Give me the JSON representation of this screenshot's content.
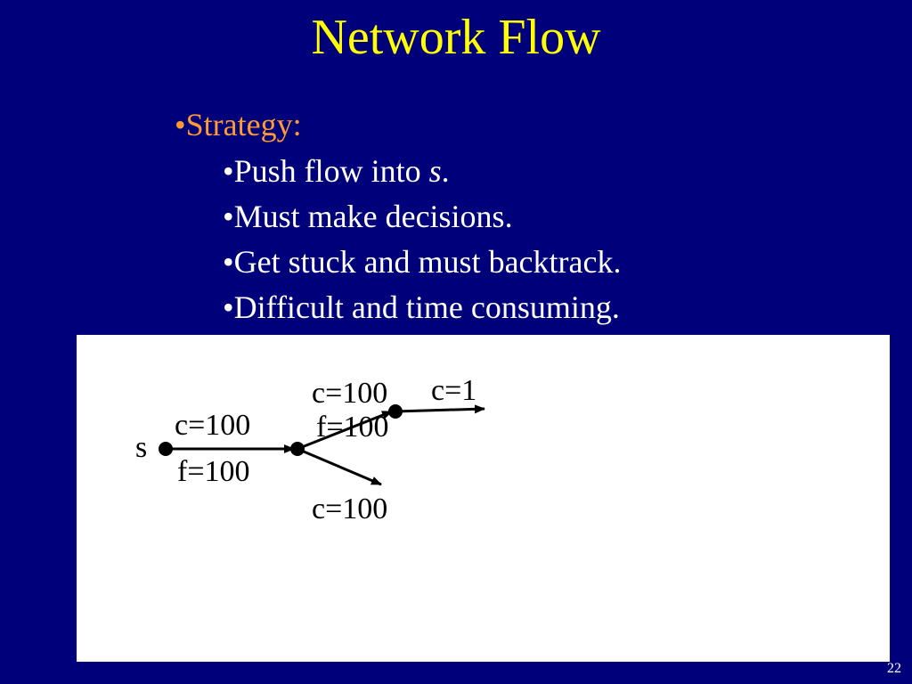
{
  "slide": {
    "title": "Network Flow",
    "page_number": "22"
  },
  "bullets": {
    "marker": "•",
    "top": "Strategy:",
    "sub": [
      {
        "text": "Push flow into ",
        "italic": "s",
        "tail": "."
      },
      {
        "text": "Must make decisions."
      },
      {
        "text": "Get stuck and must backtrack."
      },
      {
        "text": "Difficult and time consuming."
      }
    ]
  },
  "diagram": {
    "source_label": "s",
    "edge_s_c": "c=100",
    "edge_s_f": "f=100",
    "edge_up_c": "c=100",
    "edge_up_f": "f=100",
    "edge_top_c": "c=1",
    "edge_down_c": "c=100"
  },
  "colors": {
    "background": "#00007a",
    "title": "#ffff00",
    "bullet_top": "#ff9933",
    "bullet_sub": "#ffffff",
    "panel": "#ffffff"
  }
}
